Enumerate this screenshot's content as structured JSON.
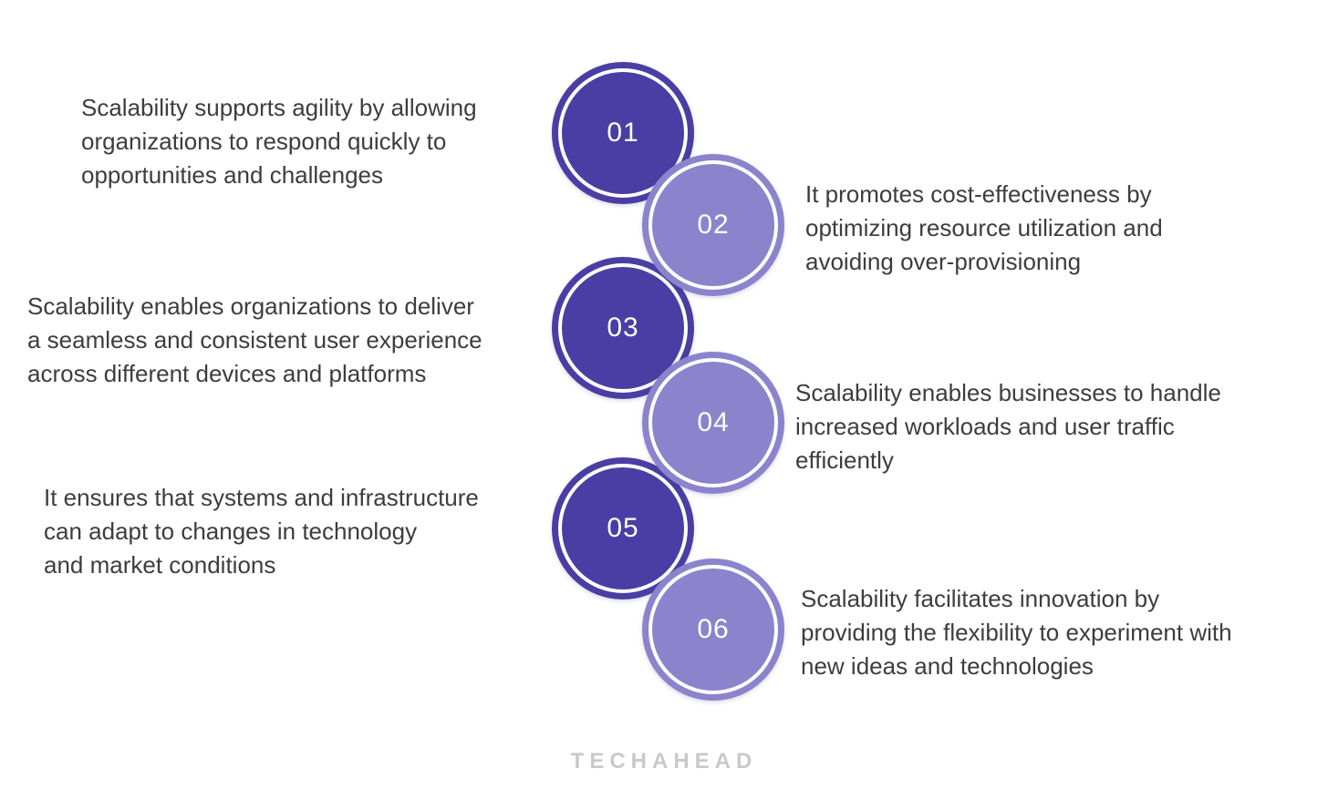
{
  "items": [
    {
      "number": "01",
      "tone": "dark",
      "side": "left",
      "lines": [
        "Scalability supports agility by allowing",
        "organizations to respond quickly to",
        "opportunities and challenges"
      ]
    },
    {
      "number": "02",
      "tone": "light",
      "side": "right",
      "lines": [
        "It promotes cost-effectiveness by",
        "optimizing resource utilization and",
        "avoiding over-provisioning"
      ]
    },
    {
      "number": "03",
      "tone": "dark",
      "side": "left",
      "lines": [
        "Scalability enables organizations to deliver",
        "a seamless and consistent user experience",
        "across different devices and platforms"
      ]
    },
    {
      "number": "04",
      "tone": "light",
      "side": "right",
      "lines": [
        "Scalability enables businesses to handle",
        "increased workloads and user traffic",
        "efficiently"
      ]
    },
    {
      "number": "05",
      "tone": "dark",
      "side": "left",
      "lines": [
        "It ensures that systems and infrastructure",
        "can adapt to changes in technology",
        "and market conditions"
      ]
    },
    {
      "number": "06",
      "tone": "light",
      "side": "right",
      "lines": [
        "Scalability facilitates innovation by",
        "providing the flexibility to experiment with",
        "new ideas and technologies"
      ]
    }
  ],
  "footer": {
    "logo_text": "TECHAHEAD"
  },
  "colors": {
    "circle_dark": "#4a3ea4",
    "circle_light": "#8b84cc",
    "text": "#3d3d3d",
    "logo": "#c9c9c9"
  }
}
